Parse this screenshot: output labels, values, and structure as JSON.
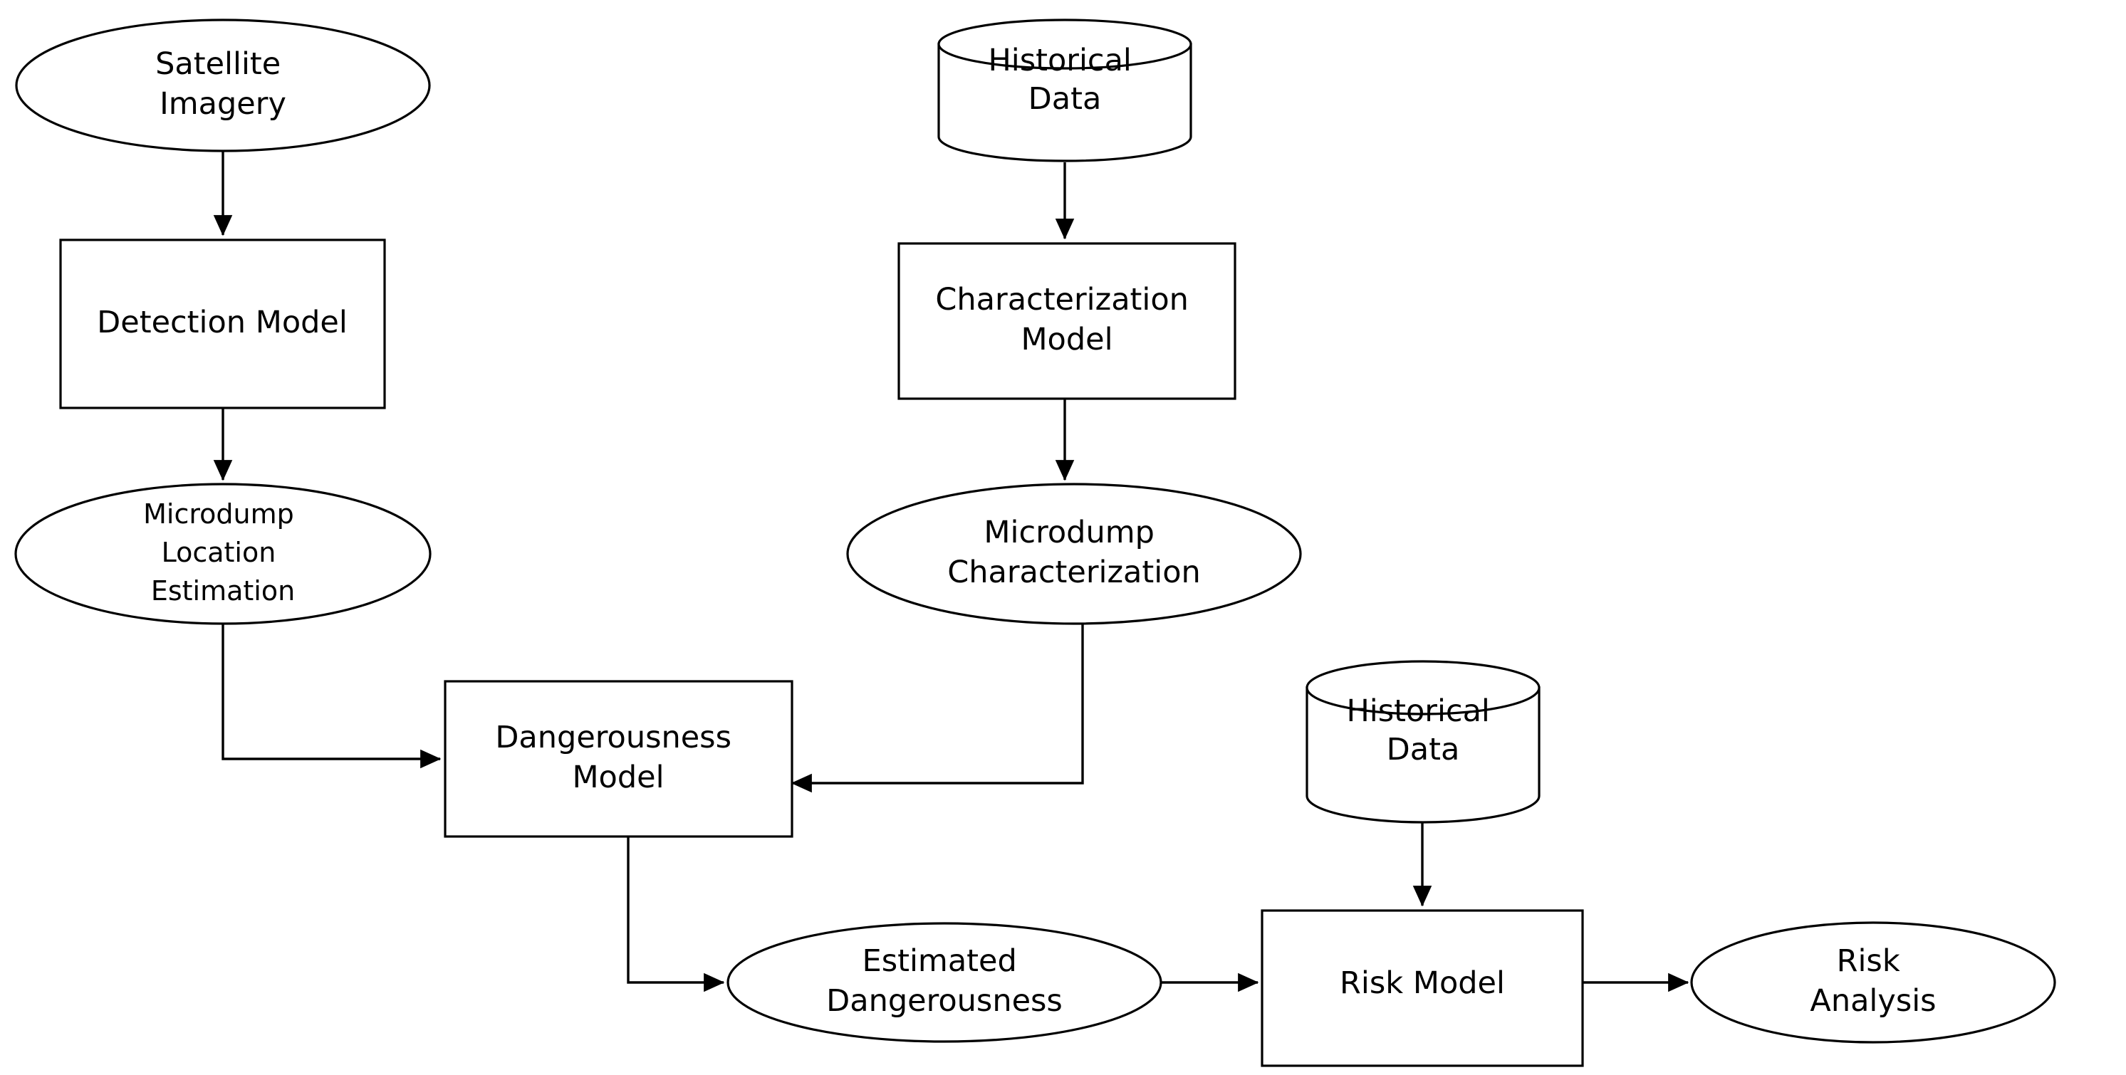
{
  "diagram": {
    "title": "Microdump Risk Assessment Pipeline",
    "background_color": "#ffffff",
    "stroke_color": "#000000",
    "text_color": "#000000",
    "nodes": {
      "satellite_imagery": {
        "label_line1": "Satellite",
        "label_line2": "Imagery",
        "shape": "ellipse"
      },
      "detection_model": {
        "label_line1": "Detection Model",
        "shape": "rectangle"
      },
      "microdump_location_estimation": {
        "label_line1": "Microdump",
        "label_line2": "Location",
        "label_line3": "Estimation",
        "shape": "ellipse"
      },
      "historical_data_top": {
        "label_line1": "Historical",
        "label_line2": "Data",
        "shape": "cylinder"
      },
      "characterization_model": {
        "label_line1": "Characterization",
        "label_line2": "Model",
        "shape": "rectangle"
      },
      "microdump_characterization": {
        "label_line1": "Microdump",
        "label_line2": "Characterization",
        "shape": "ellipse"
      },
      "dangerousness_model": {
        "label_line1": "Dangerousness",
        "label_line2": "Model",
        "shape": "rectangle"
      },
      "estimated_dangerousness": {
        "label_line1": "Estimated",
        "label_line2": "Dangerousness",
        "shape": "ellipse"
      },
      "historical_data_bottom": {
        "label_line1": "Historical",
        "label_line2": "Data",
        "shape": "cylinder"
      },
      "risk_model": {
        "label_line1": "Risk Model",
        "shape": "rectangle"
      },
      "risk_analysis": {
        "label_line1": "Risk",
        "label_line2": "Analysis",
        "shape": "ellipse"
      }
    },
    "edges": [
      {
        "name": "satellite-imagery-to-detection-model",
        "from": "satellite_imagery",
        "to": "detection_model",
        "style": "straight-down"
      },
      {
        "name": "detection-model-to-microdump-location-estimation",
        "from": "detection_model",
        "to": "microdump_location_estimation",
        "style": "straight-down"
      },
      {
        "name": "microdump-location-estimation-to-dangerousness-model",
        "from": "microdump_location_estimation",
        "to": "dangerousness_model",
        "style": "elbow-down-right"
      },
      {
        "name": "historical-data-top-to-characterization-model",
        "from": "historical_data_top",
        "to": "characterization_model",
        "style": "straight-down"
      },
      {
        "name": "characterization-model-to-microdump-characterization",
        "from": "characterization_model",
        "to": "microdump_characterization",
        "style": "straight-down"
      },
      {
        "name": "microdump-characterization-to-dangerousness-model",
        "from": "microdump_characterization",
        "to": "dangerousness_model",
        "style": "elbow-down-left"
      },
      {
        "name": "dangerousness-model-to-estimated-dangerousness",
        "from": "dangerousness_model",
        "to": "estimated_dangerousness",
        "style": "elbow-down-right"
      },
      {
        "name": "estimated-dangerousness-to-risk-model",
        "from": "estimated_dangerousness",
        "to": "risk_model",
        "style": "straight-right"
      },
      {
        "name": "historical-data-bottom-to-risk-model",
        "from": "historical_data_bottom",
        "to": "risk_model",
        "style": "straight-down"
      },
      {
        "name": "risk-model-to-risk-analysis",
        "from": "risk_model",
        "to": "risk_analysis",
        "style": "straight-right"
      }
    ]
  }
}
